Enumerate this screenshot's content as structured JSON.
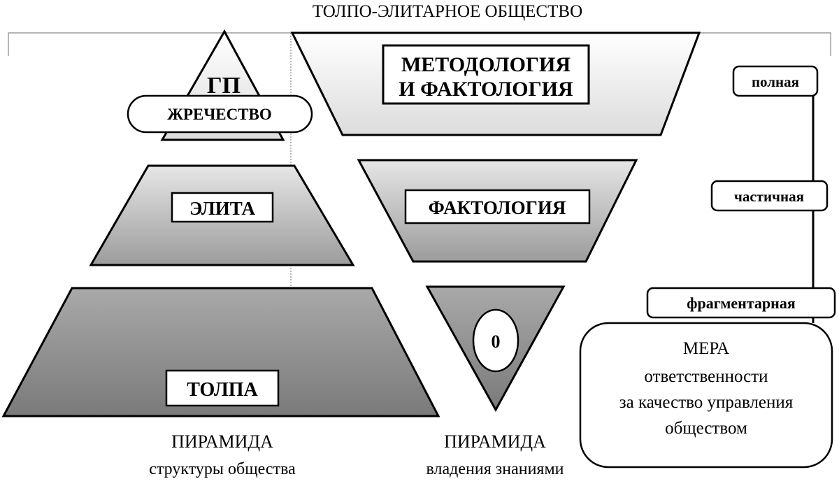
{
  "title": "ТОЛПО-ЭЛИТАРНОЕ ОБЩЕСТВО",
  "structure_pyramid": {
    "top_label": "ГП",
    "priesthood_label": "ЖРЕЧЕСТВО",
    "elite_label": "ЭЛИТА",
    "crowd_label": "ТОЛПА",
    "caption_line1": "ПИРАМИДА",
    "caption_line2": "структуры общества"
  },
  "knowledge_pyramid": {
    "top_line1": "МЕТОДОЛОГИЯ",
    "top_line2": "И ФАКТОЛОГИЯ",
    "middle_label": "ФАКТОЛОГИЯ",
    "bottom_label": "0",
    "caption_line1": "ПИРАМИДА",
    "caption_line2": "владения знаниями"
  },
  "scale": {
    "levels": [
      "полная",
      "частичная",
      "фрагментарная"
    ],
    "measure_line1": "МЕРА",
    "measure_line2": "ответственности",
    "measure_line3": "за качество управления",
    "measure_line4": "обществом"
  },
  "colors": {
    "stroke": "#000000",
    "grad_light_start": "#ffffff",
    "grad_light_end": "#dcdcdc",
    "grad_mid_start": "#e6e6e6",
    "grad_mid_end": "#9c9c9c",
    "grad_dark_start": "#a9a9a9",
    "grad_dark_end": "#7a7a7a"
  }
}
